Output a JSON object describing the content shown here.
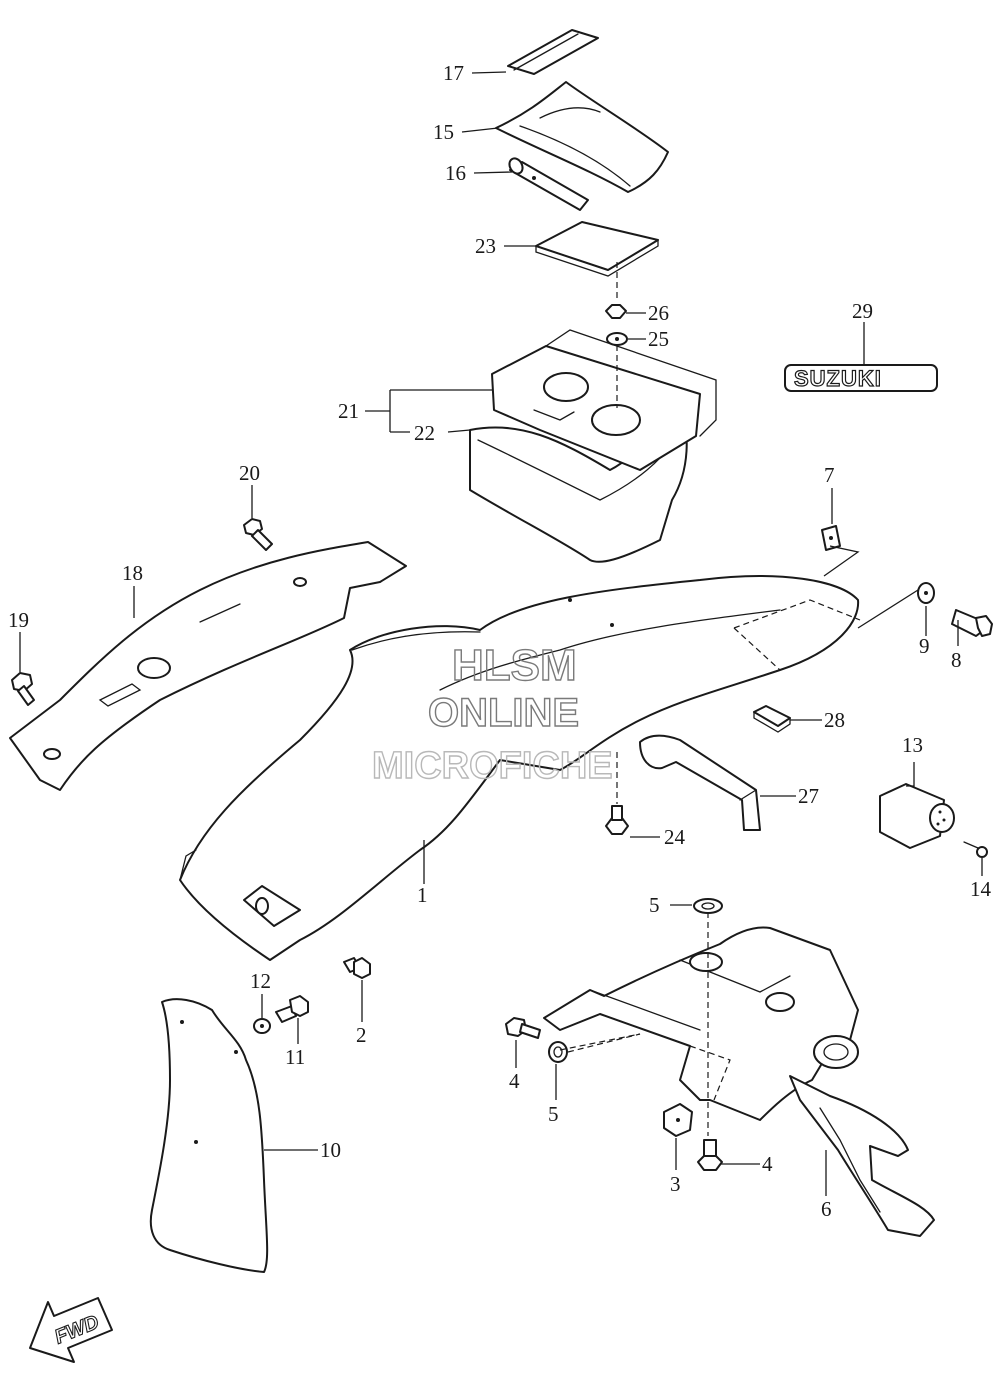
{
  "watermark": {
    "line1": "HLSM",
    "line2": "ONLINE",
    "line3": "MICROFICHE"
  },
  "decal_logo_text": "SUZUKI",
  "fwd_label": "FWD",
  "callouts": {
    "p1": "1",
    "p2": "2",
    "p3": "3",
    "p4a": "4",
    "p4b": "4",
    "p5a": "5",
    "p5b": "5",
    "p6": "6",
    "p7": "7",
    "p8": "8",
    "p9": "9",
    "p10": "10",
    "p11": "11",
    "p12": "12",
    "p13": "13",
    "p14": "14",
    "p15": "15",
    "p16": "16",
    "p17": "17",
    "p18": "18",
    "p19": "19",
    "p20": "20",
    "p21": "21",
    "p22": "22",
    "p23": "23",
    "p24": "24",
    "p25": "25",
    "p26": "26",
    "p27": "27",
    "p28": "28",
    "p29": "29"
  }
}
